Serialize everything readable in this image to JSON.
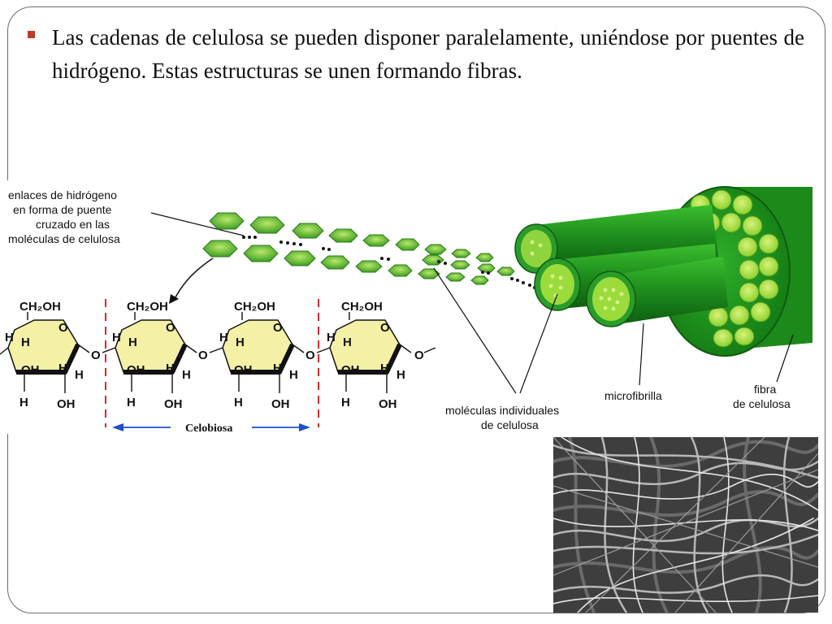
{
  "slide": {
    "bullet_text": "Las cadenas de celulosa se pueden disponer paralelamente, uniéndose por puentes de hidrógeno. Estas estructuras se unen formando fibras."
  },
  "diagram": {
    "label_hbonds": [
      "enlaces de hidrógeno",
      "en forma de puente",
      "cruzado en las",
      "moléculas de celulosa"
    ],
    "label_molecules": [
      "moléculas individuales",
      "de celulosa"
    ],
    "label_microfibril": "microfibrilla",
    "label_fiber": [
      "fibra",
      "de celulosa"
    ],
    "label_cellobiose": "Celobiosa",
    "ring_labels": {
      "ch2oh": "CH₂OH",
      "o": "O",
      "h": "H",
      "oh": "OH"
    }
  },
  "colors": {
    "bullet": "#c0392b",
    "ring_fill": "#f4f0a6",
    "green_dark": "#1f8a1f",
    "green_light": "#9bdc3c",
    "dashed_line": "#d22b2b",
    "arrow_blue": "#1f4fc4"
  },
  "icons": [
    "square-bullet-icon"
  ]
}
